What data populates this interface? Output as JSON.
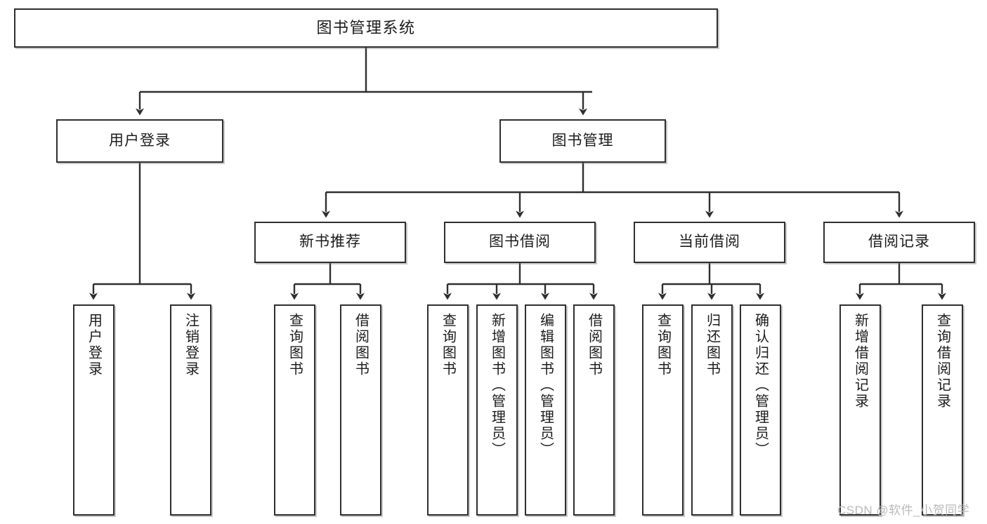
{
  "diagram": {
    "type": "tree",
    "title": "图书管理系统",
    "watermark": "CSDN @软件_小贺同学",
    "colors": {
      "background": "#ffffff",
      "node_border": "#2f2f2f",
      "node_fill": "#ffffff",
      "edge": "#2f2f2f",
      "text": "#1c1c1c",
      "watermark": "#b9b9b9"
    },
    "nodes": {
      "root": {
        "label": "图书管理系统"
      },
      "level2": [
        {
          "id": "user-login",
          "label": "用户登录"
        },
        {
          "id": "book-management",
          "label": "图书管理"
        }
      ],
      "level3": [
        {
          "id": "new-book-recommend",
          "label": "新书推荐"
        },
        {
          "id": "book-borrow",
          "label": "图书借阅"
        },
        {
          "id": "current-borrow",
          "label": "当前借阅"
        },
        {
          "id": "borrow-record",
          "label": "借阅记录"
        }
      ],
      "leaves": {
        "user-login": [
          {
            "id": "leaf-user-login",
            "label": "用户登录"
          },
          {
            "id": "leaf-logout-login",
            "label": "注销登录"
          }
        ],
        "new-book-recommend": [
          {
            "id": "leaf-query-book-1",
            "label": "查询图书"
          },
          {
            "id": "leaf-borrow-book-1",
            "label": "借阅图书"
          }
        ],
        "book-borrow": [
          {
            "id": "leaf-query-book-2",
            "label": "查询图书"
          },
          {
            "id": "leaf-add-book-admin",
            "label": "新增图书（管理员）"
          },
          {
            "id": "leaf-edit-book-admin",
            "label": "编辑图书（管理员）"
          },
          {
            "id": "leaf-borrow-book-2",
            "label": "借阅图书"
          }
        ],
        "current-borrow": [
          {
            "id": "leaf-query-book-3",
            "label": "查询图书"
          },
          {
            "id": "leaf-return-book",
            "label": "归还图书"
          },
          {
            "id": "leaf-confirm-return-admin",
            "label": "确认归还（管理员）"
          }
        ],
        "borrow-record": [
          {
            "id": "leaf-add-borrow-record",
            "label": "新增借阅记录"
          },
          {
            "id": "leaf-query-borrow-record",
            "label": "查询借阅记录"
          }
        ]
      }
    }
  }
}
